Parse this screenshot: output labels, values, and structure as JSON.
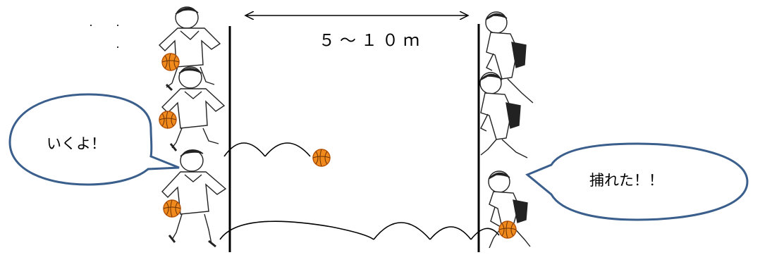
{
  "distance_label": "５～１０ｍ",
  "speech_left": "いくよ！",
  "speech_right": "捕れた！！",
  "colors": {
    "ball": "#f08a1c",
    "ball_stroke": "#b8560a",
    "bubble_fill": "#ffffff",
    "bubble_stroke": "#3b5f8c",
    "line": "#000000",
    "figure": "#222222"
  },
  "icons": [
    "child-dribbling-icon",
    "child-ready-icon",
    "basketball-icon",
    "speech-bubble-icon",
    "double-arrow-icon"
  ]
}
